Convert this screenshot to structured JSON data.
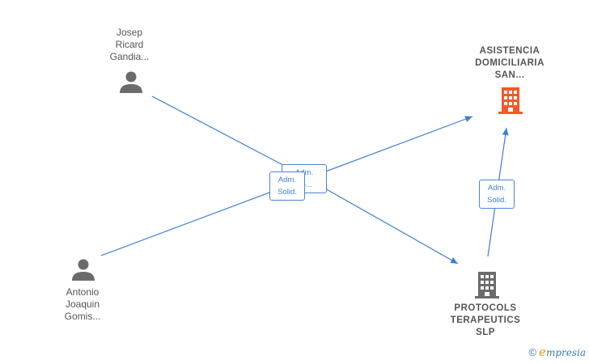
{
  "nodes": {
    "person_josep": {
      "label": "Josep\nRicard\nGandia...",
      "icon": "person-icon"
    },
    "person_antonio": {
      "label": "Antonio\nJoaquin\nGomis...",
      "icon": "person-icon"
    },
    "company_asistencia": {
      "label": "ASISTENCIA\nDOMICILIARIA\nSAN...",
      "icon": "building-icon",
      "color": "#f05a28"
    },
    "company_protocols": {
      "label": "PROTOCOLS\nTERAPEUTICS\nSLP",
      "icon": "building-icon",
      "color": "#6b6b6b"
    }
  },
  "edges": {
    "back_label": "Adm.\nSo...",
    "front_label": "Adm.\nSolid.",
    "right_label": "Adm.\nSolid."
  },
  "colors": {
    "edge": "#3f7fcf",
    "person": "#6b6b6b"
  },
  "watermark": {
    "copyright": "©",
    "brand_initial": "e",
    "brand_rest": "mpresia"
  }
}
